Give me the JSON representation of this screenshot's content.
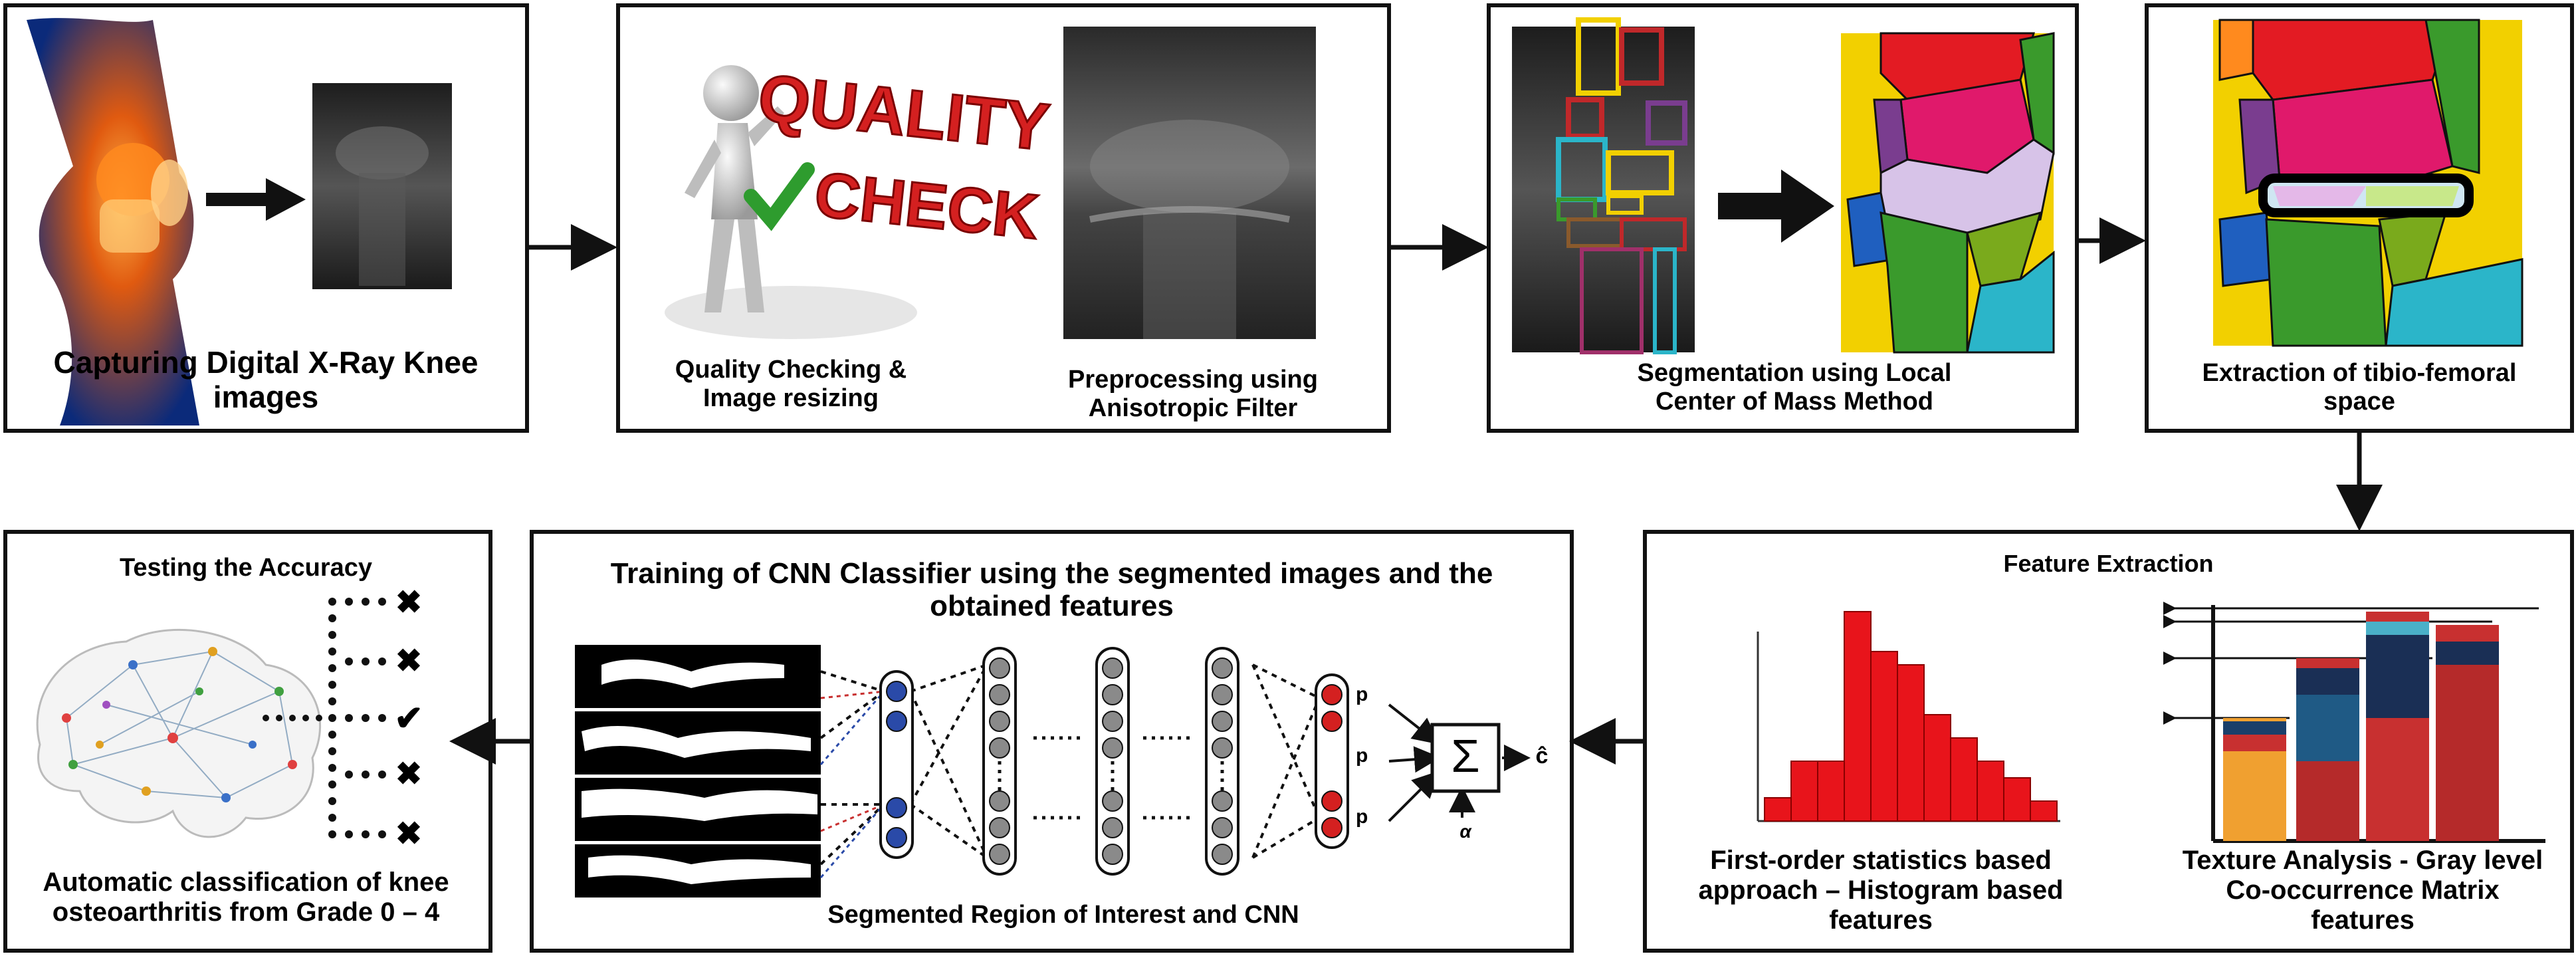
{
  "top_row": {
    "step1": {
      "caption_line1": "Capturing Digital X-Ray Knee",
      "caption_line2": "images"
    },
    "step2a": {
      "caption_line1": "Quality Checking &",
      "caption_line2": "Image resizing",
      "badge_word1": "QUALITY",
      "badge_word2": "CHECK"
    },
    "step2b": {
      "caption_line1": "Preprocessing using",
      "caption_line2": "Anisotropic Filter"
    },
    "step3": {
      "caption_line1": "Segmentation using Local",
      "caption_line2": "Center of Mass Method"
    },
    "step4": {
      "caption_line1": "Extraction of tibio-femoral",
      "caption_line2": "space"
    }
  },
  "bottom_row": {
    "features": {
      "title": "Feature Extraction",
      "hist_caption_line1": "First-order statistics based",
      "hist_caption_line2": "approach – Histogram based",
      "hist_caption_line3": "features",
      "glcm_caption_line1": "Texture Analysis - Gray level",
      "glcm_caption_line2": "Co-occurrence Matrix",
      "glcm_caption_line3": "features"
    },
    "training": {
      "title_line1": "Training of CNN Classifier using the segmented images and the",
      "title_line2": "obtained features",
      "caption": "Segmented Region of Interest and CNN",
      "out_label_top": "p",
      "out_label_mid": "p",
      "out_label_bot": "p",
      "sum_symbol": "Σ",
      "output_symbol": "ĉ",
      "weight_symbol": "α"
    },
    "testing": {
      "title": "Testing the Accuracy",
      "caption_line1": "Automatic classification of knee",
      "caption_line2": "osteoarthritis from Grade 0 – 4",
      "marks": [
        "✖",
        "✖",
        "✔",
        "✖",
        "✖"
      ]
    }
  },
  "colors": {
    "histogram_red": "#e8141b",
    "segment_yellow": "#f2d000",
    "segment_red": "#e31b23",
    "segment_green": "#3a9a2c",
    "segment_teal": "#2bb5c9"
  }
}
